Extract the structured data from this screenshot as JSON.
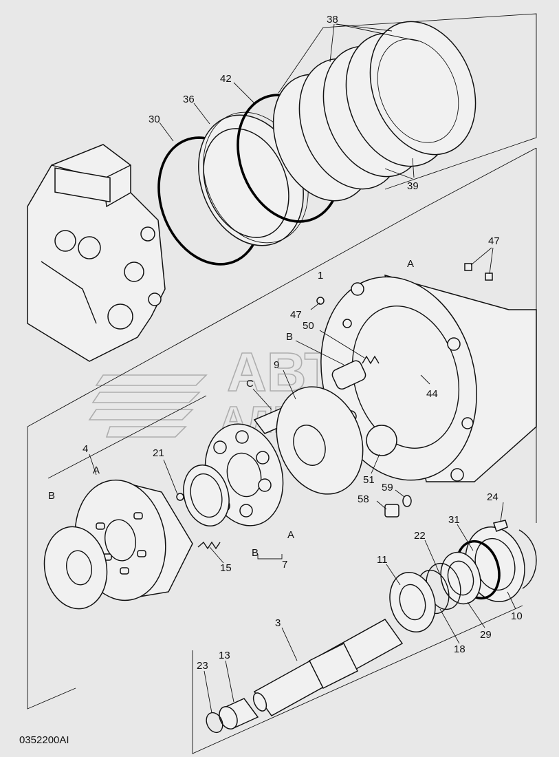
{
  "drawing_number": "0352200AI",
  "watermark": {
    "line1": "АВТО",
    "line2": "АЛЬЯНС"
  },
  "labels": {
    "p38": "38",
    "p39": "39",
    "p42": "42",
    "p36": "36",
    "p30": "30",
    "p47a": "47",
    "p47b": "47",
    "pA1": "A",
    "p1": "1",
    "p50": "50",
    "pB1": "B",
    "p9": "9",
    "pC": "C",
    "p44": "44",
    "p51": "51",
    "p59": "59",
    "p58": "58",
    "p4": "4",
    "pA2": "A",
    "pB2": "B",
    "p21": "21",
    "p15": "15",
    "pA3": "A",
    "pB3": "B",
    "p7": "7",
    "p24": "24",
    "p31": "31",
    "p22": "22",
    "p11": "11",
    "p10": "10",
    "p29": "29",
    "p18": "18",
    "p3": "3",
    "p13": "13",
    "p23": "23"
  }
}
